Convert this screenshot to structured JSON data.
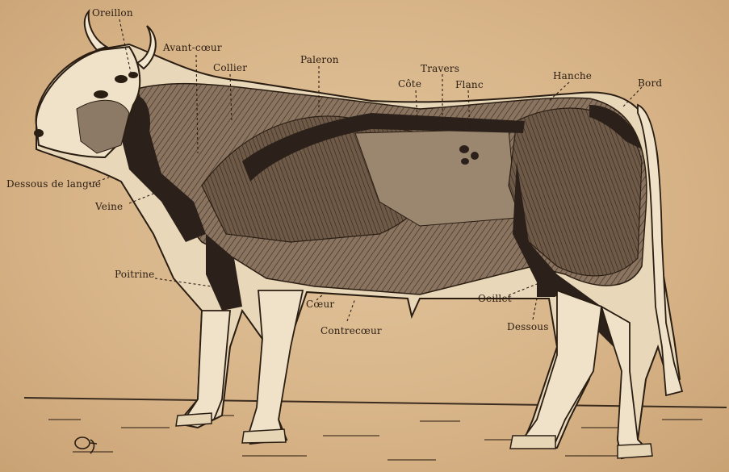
{
  "diagram": {
    "labels": {
      "oreillon": "Oreillon",
      "avant_coeur": "Avant-cœur",
      "collier": "Collier",
      "paleron": "Paleron",
      "travers": "Travers",
      "cote": "Côte",
      "flanc": "Flanc",
      "hanche": "Hanche",
      "bord": "Bord",
      "dessous_de_langue": "Dessous de langue",
      "veine": "Veine",
      "poitrine": "Poitrine",
      "coeur": "Cœur",
      "contrecoeur": "Contrecœur",
      "oeillet": "Oeillet",
      "dessous": "Dessous"
    },
    "signature": "Oj"
  },
  "colors": {
    "paper": "#d9b68c",
    "ink": "#2a1d12",
    "muscle": "#7a6552",
    "shadow": "#2b211a",
    "hide": "#e8d7b8"
  }
}
